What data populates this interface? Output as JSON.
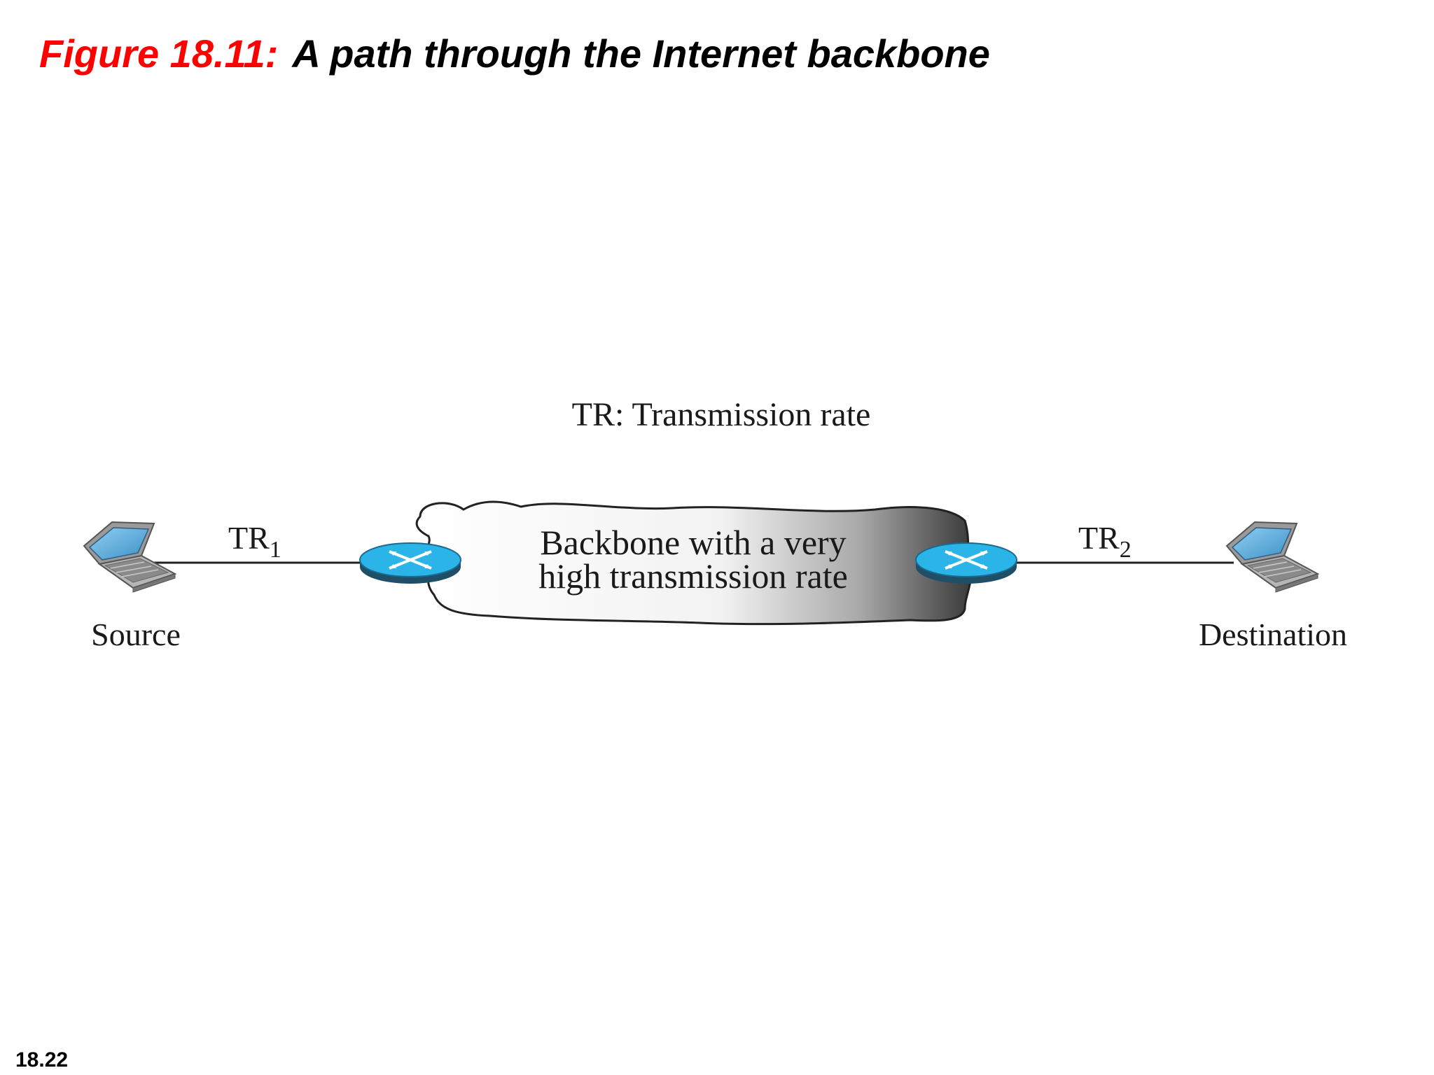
{
  "slide": {
    "figure_number": "Figure 18.11:",
    "figure_title": "A path through the Internet backbone",
    "page_number": "18.22"
  },
  "diagram": {
    "legend": "TR: Transmission rate",
    "backbone_line1": "Backbone with a very",
    "backbone_line2": "high transmission rate",
    "left_link": {
      "prefix": "TR",
      "subscript": "1"
    },
    "right_link": {
      "prefix": "TR",
      "subscript": "2"
    },
    "source_label": "Source",
    "destination_label": "Destination",
    "icons": {
      "source": "laptop-icon",
      "destination": "laptop-icon",
      "router": "router-icon",
      "backbone": "cloud-icon"
    },
    "colors": {
      "title_accent": "#ff0000",
      "router_fill": "#2bb4e8",
      "router_base": "#1f4f66",
      "laptop_screen": "#6fb6e0",
      "laptop_body": "#a9a9a9"
    }
  }
}
